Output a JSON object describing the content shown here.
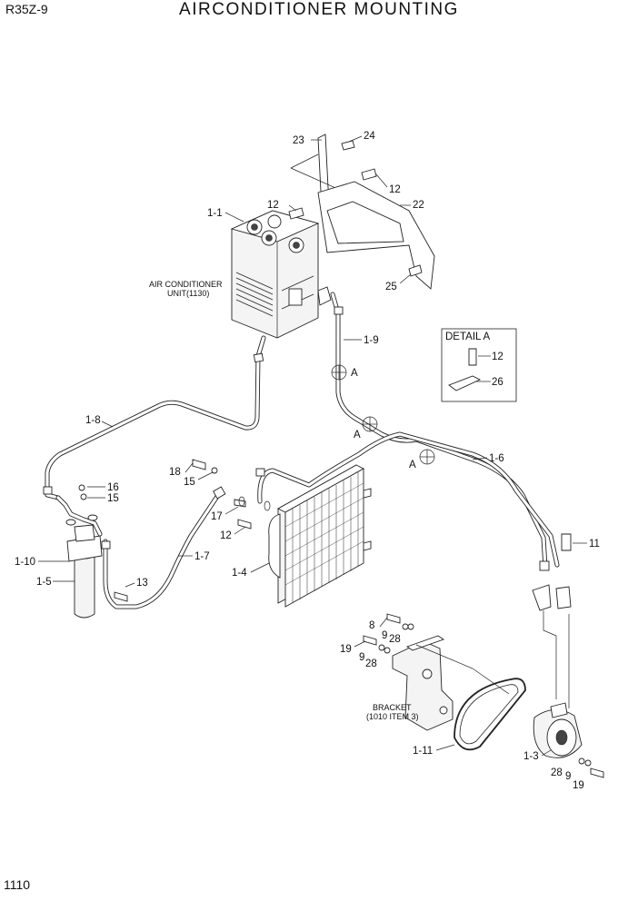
{
  "header": {
    "model": "R35Z-9",
    "title": "AIRCONDITIONER  MOUNTING"
  },
  "footer": {
    "page_number": "1110"
  },
  "notes": {
    "aircon_unit": [
      "AIR CONDITIONER",
      "UNIT(1130)"
    ],
    "bracket": [
      "BRACKET",
      "(1010 ITEM 3)"
    ]
  },
  "detail": {
    "title": "DETAIL  A",
    "items": [
      "12",
      "26"
    ]
  },
  "view_markers": [
    "A",
    "A",
    "A"
  ],
  "callouts": {
    "c23": "23",
    "c24": "24",
    "c12a": "12",
    "c22": "22",
    "c12b": "12",
    "c1_1": "1-1",
    "c25": "25",
    "c1_9": "1-9",
    "c1_8": "1-8",
    "c16": "16",
    "c15a": "15",
    "c18": "18",
    "c15b": "15",
    "c1_6": "1-6",
    "c17": "17",
    "c12c": "12",
    "c1_10": "1-10",
    "c1_5": "1-5",
    "c13": "13",
    "c1_7": "1-7",
    "c1_4": "1-4",
    "c11": "11",
    "c8": "8",
    "c9a": "9",
    "c28a": "28",
    "c19a": "19",
    "c9b": "9",
    "c28b": "28",
    "c1_11": "1-11",
    "c1_3": "1-3",
    "c28c": "28",
    "c9c": "9",
    "c19b": "19"
  }
}
